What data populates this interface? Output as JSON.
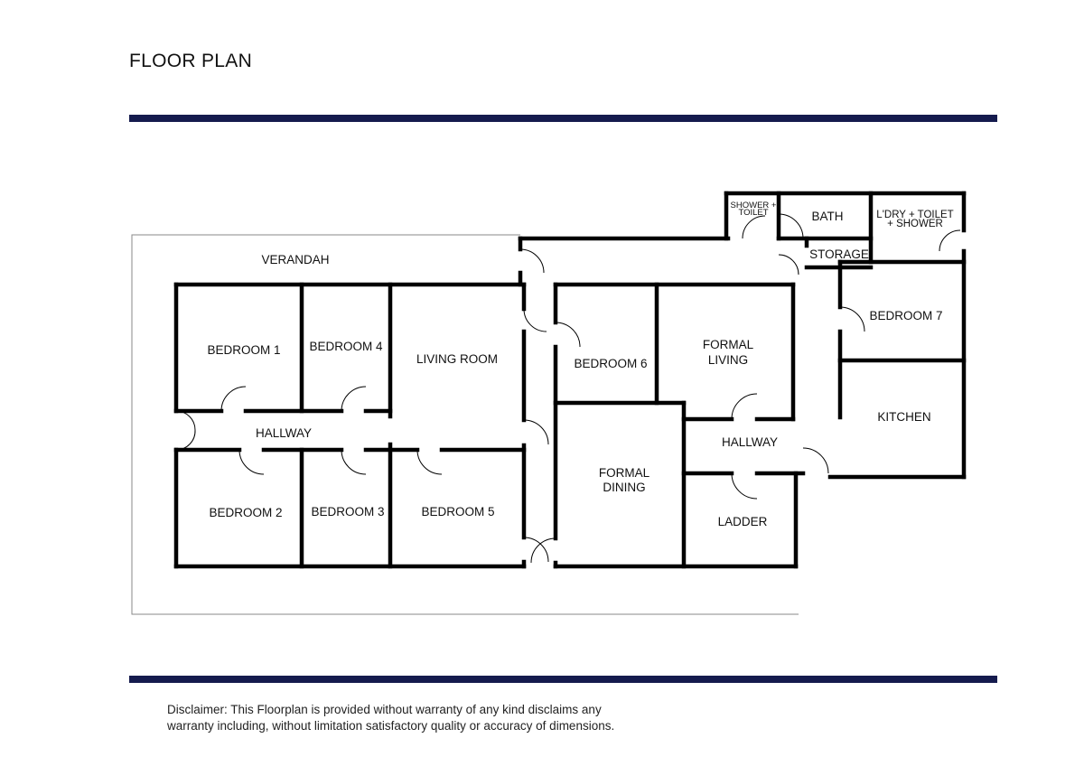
{
  "header": {
    "title": "FLOOR PLAN"
  },
  "rooms": {
    "verandah": "VERANDAH",
    "bedroom_1": "BEDROOM 1",
    "bedroom_4": "BEDROOM 4",
    "living_room": "LIVING ROOM",
    "hallway_west": "HALLWAY",
    "bedroom_2": "BEDROOM 2",
    "bedroom_3": "BEDROOM 3",
    "bedroom_5": "BEDROOM 5",
    "bedroom_6": "BEDROOM 6",
    "formal_living_line1": "FORMAL",
    "formal_living_line2": "LIVING",
    "formal_dining_line1": "FORMAL",
    "formal_dining_line2": "DINING",
    "hallway_east": "HALLWAY",
    "ladder": "LADDER",
    "shower_toilet_line1": "SHOWER +",
    "shower_toilet_line2": "TOILET",
    "bath": "BATH",
    "storage": "STORAGE",
    "laundry_line1": "L'DRY + TOILET",
    "laundry_line2": "+ SHOWER",
    "bedroom_7": "BEDROOM 7",
    "kitchen": "KITCHEN"
  },
  "footer": {
    "disclaimer_line1": "Disclaimer: This Floorplan is provided without warranty of any kind disclaims any",
    "disclaimer_line2": "warranty including, without limitation satisfactory quality or accuracy of dimensions."
  },
  "colors": {
    "rule": "#151b4e",
    "wall": "#000000",
    "outline": "#8a8a8a"
  }
}
